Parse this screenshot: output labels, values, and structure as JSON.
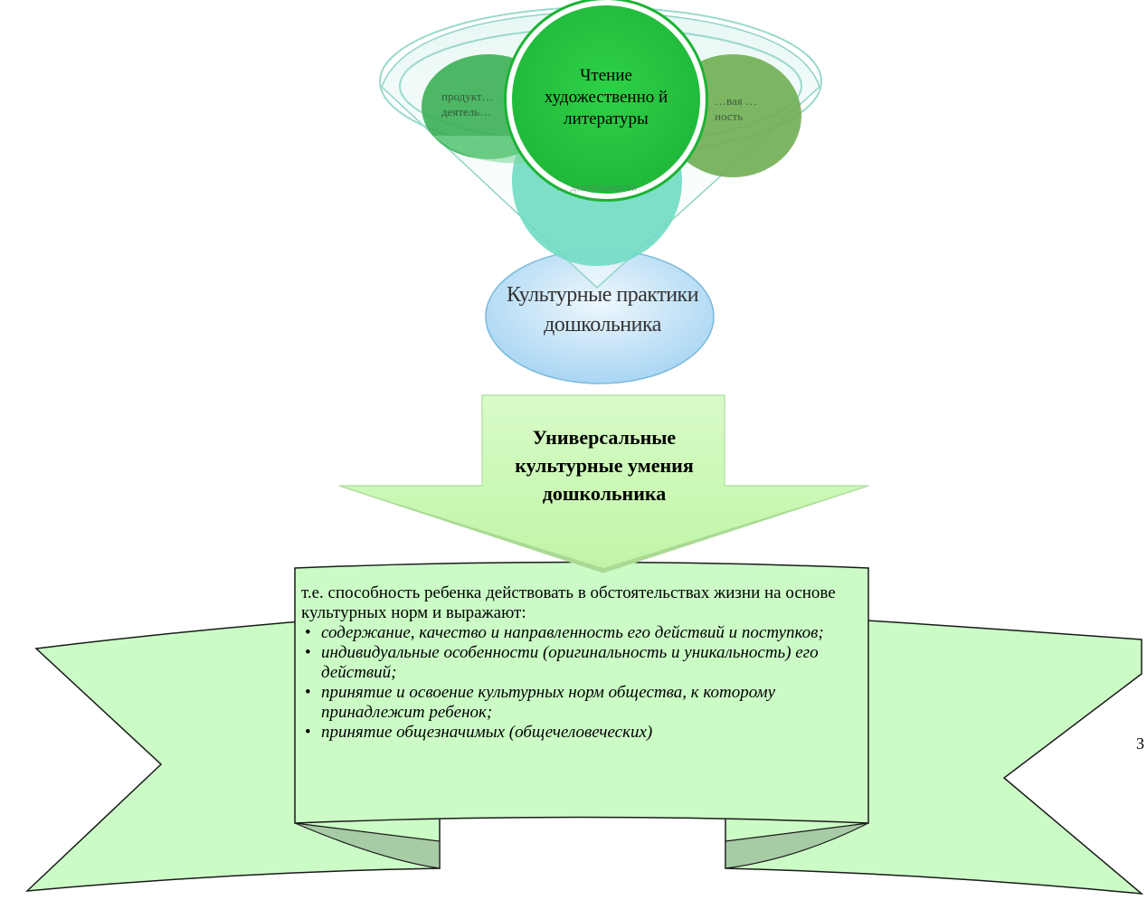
{
  "diagram": {
    "center_circle": "Чтение художественно й литературы",
    "left_circle": "продукт… деятель…",
    "right_circle": "…вая …ность",
    "bottom_circle": "… деятельность",
    "base_ellipse": "Культурные практики дошкольника",
    "arrow_label": "Универсальные культурные умения дошкольника",
    "ribbon": {
      "intro": "т.е. способность ребенка действовать в обстоятельствах жизни на основе культурных норм и выражают:",
      "bullets": [
        "содержание, качество и направленность его действий и поступков;",
        "индивидуальные особенности (оригинальность и уникальность) его действий;",
        "принятие и освоение культурных норм общества, к которому принадлежит ребенок;",
        "принятие общезначимых (общечеловеческих)"
      ]
    },
    "page_number": "3"
  },
  "colors": {
    "funnel_fill": "#d6f0ec",
    "funnel_stroke": "#8fd3c6",
    "center_circle": "#3fcf55",
    "left_circle": "#3cb057",
    "right_circle": "#6eac56",
    "bottom_circle": "#6fdcc2",
    "base_ellipse": "#bfe0f5",
    "arrow_fill": "#ccfab8",
    "ribbon_fill": "#cbfcc6",
    "ribbon_fold": "#a7cba5"
  }
}
